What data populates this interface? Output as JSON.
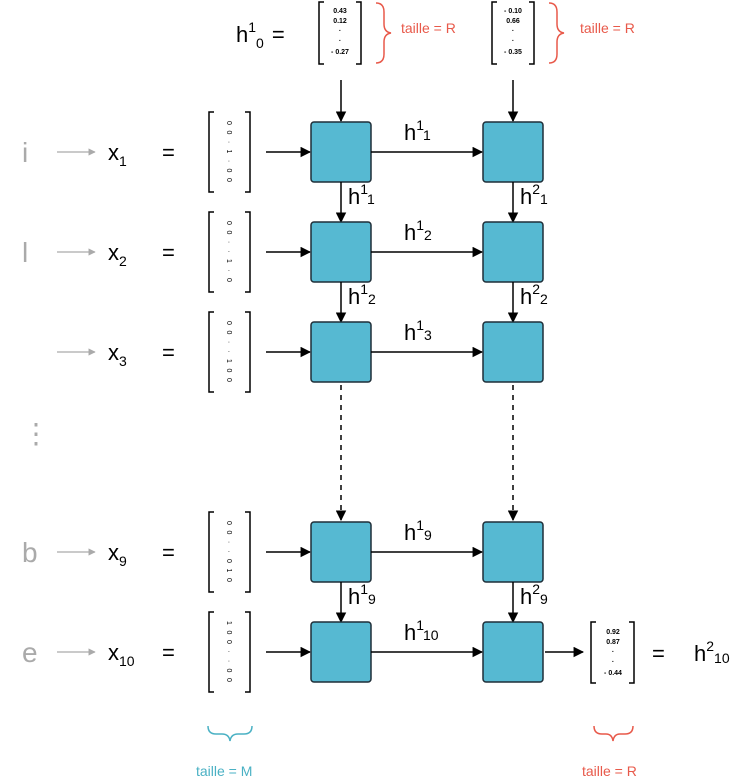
{
  "colors": {
    "cell": "#56b9d2",
    "red": "#e8594a",
    "teal": "#4ab1c4",
    "char": "#aaaaaa"
  },
  "init_state": {
    "label": "h",
    "sup": "1",
    "sub": "0",
    "eq": "=",
    "vec_a": [
      "0.43",
      "0.12",
      "·",
      "·",
      "- 0.27"
    ],
    "vec_b": [
      "- 0.10",
      "0.66",
      "·",
      "·",
      "- 0.35"
    ],
    "size_note": "taille = R"
  },
  "rows": [
    {
      "char": "i",
      "x_label": "x",
      "x_sub": "1",
      "eq": "=",
      "onehot": [
        "0",
        "0",
        "·",
        "1",
        "·",
        "0",
        "0"
      ],
      "h_right_1": {
        "sup": "1",
        "sub": "1"
      },
      "h_down_1": {
        "sup": "1",
        "sub": "1"
      },
      "h_down_2": {
        "sup": "2",
        "sub": "1"
      }
    },
    {
      "char": "l",
      "x_label": "x",
      "x_sub": "2",
      "eq": "=",
      "onehot": [
        "0",
        "0",
        "·",
        "·",
        "1",
        "·",
        "0"
      ],
      "h_right_1": {
        "sup": "1",
        "sub": "2"
      },
      "h_down_1": {
        "sup": "1",
        "sub": "2"
      },
      "h_down_2": {
        "sup": "2",
        "sub": "2"
      }
    },
    {
      "char": "",
      "x_label": "x",
      "x_sub": "3",
      "eq": "=",
      "onehot": [
        "0",
        "0",
        "·",
        "·",
        "1",
        "0",
        "0"
      ],
      "h_right_1": {
        "sup": "1",
        "sub": "3"
      }
    },
    {
      "char": "b",
      "x_label": "x",
      "x_sub": "9",
      "eq": "=",
      "onehot": [
        "0",
        "0",
        "·",
        "·",
        "0",
        "1",
        "0"
      ],
      "h_right_1": {
        "sup": "1",
        "sub": "9"
      },
      "h_down_1": {
        "sup": "1",
        "sub": "9"
      },
      "h_down_2": {
        "sup": "2",
        "sub": "9"
      }
    },
    {
      "char": "e",
      "x_label": "x",
      "x_sub": "10",
      "eq": "=",
      "onehot": [
        "1",
        "0",
        "0",
        "·",
        "·",
        "0",
        "0"
      ],
      "h_right_1": {
        "sup": "1",
        "sub": "10"
      }
    }
  ],
  "ellipsis": "⋮",
  "output": {
    "vec": [
      "0.92",
      "0.87",
      "·",
      "·",
      "- 0.44"
    ],
    "eq": "=",
    "label": "h",
    "sup": "2",
    "sub": "10"
  },
  "bottom_notes": {
    "input_size": "taille = M",
    "output_size": "taille = R"
  }
}
